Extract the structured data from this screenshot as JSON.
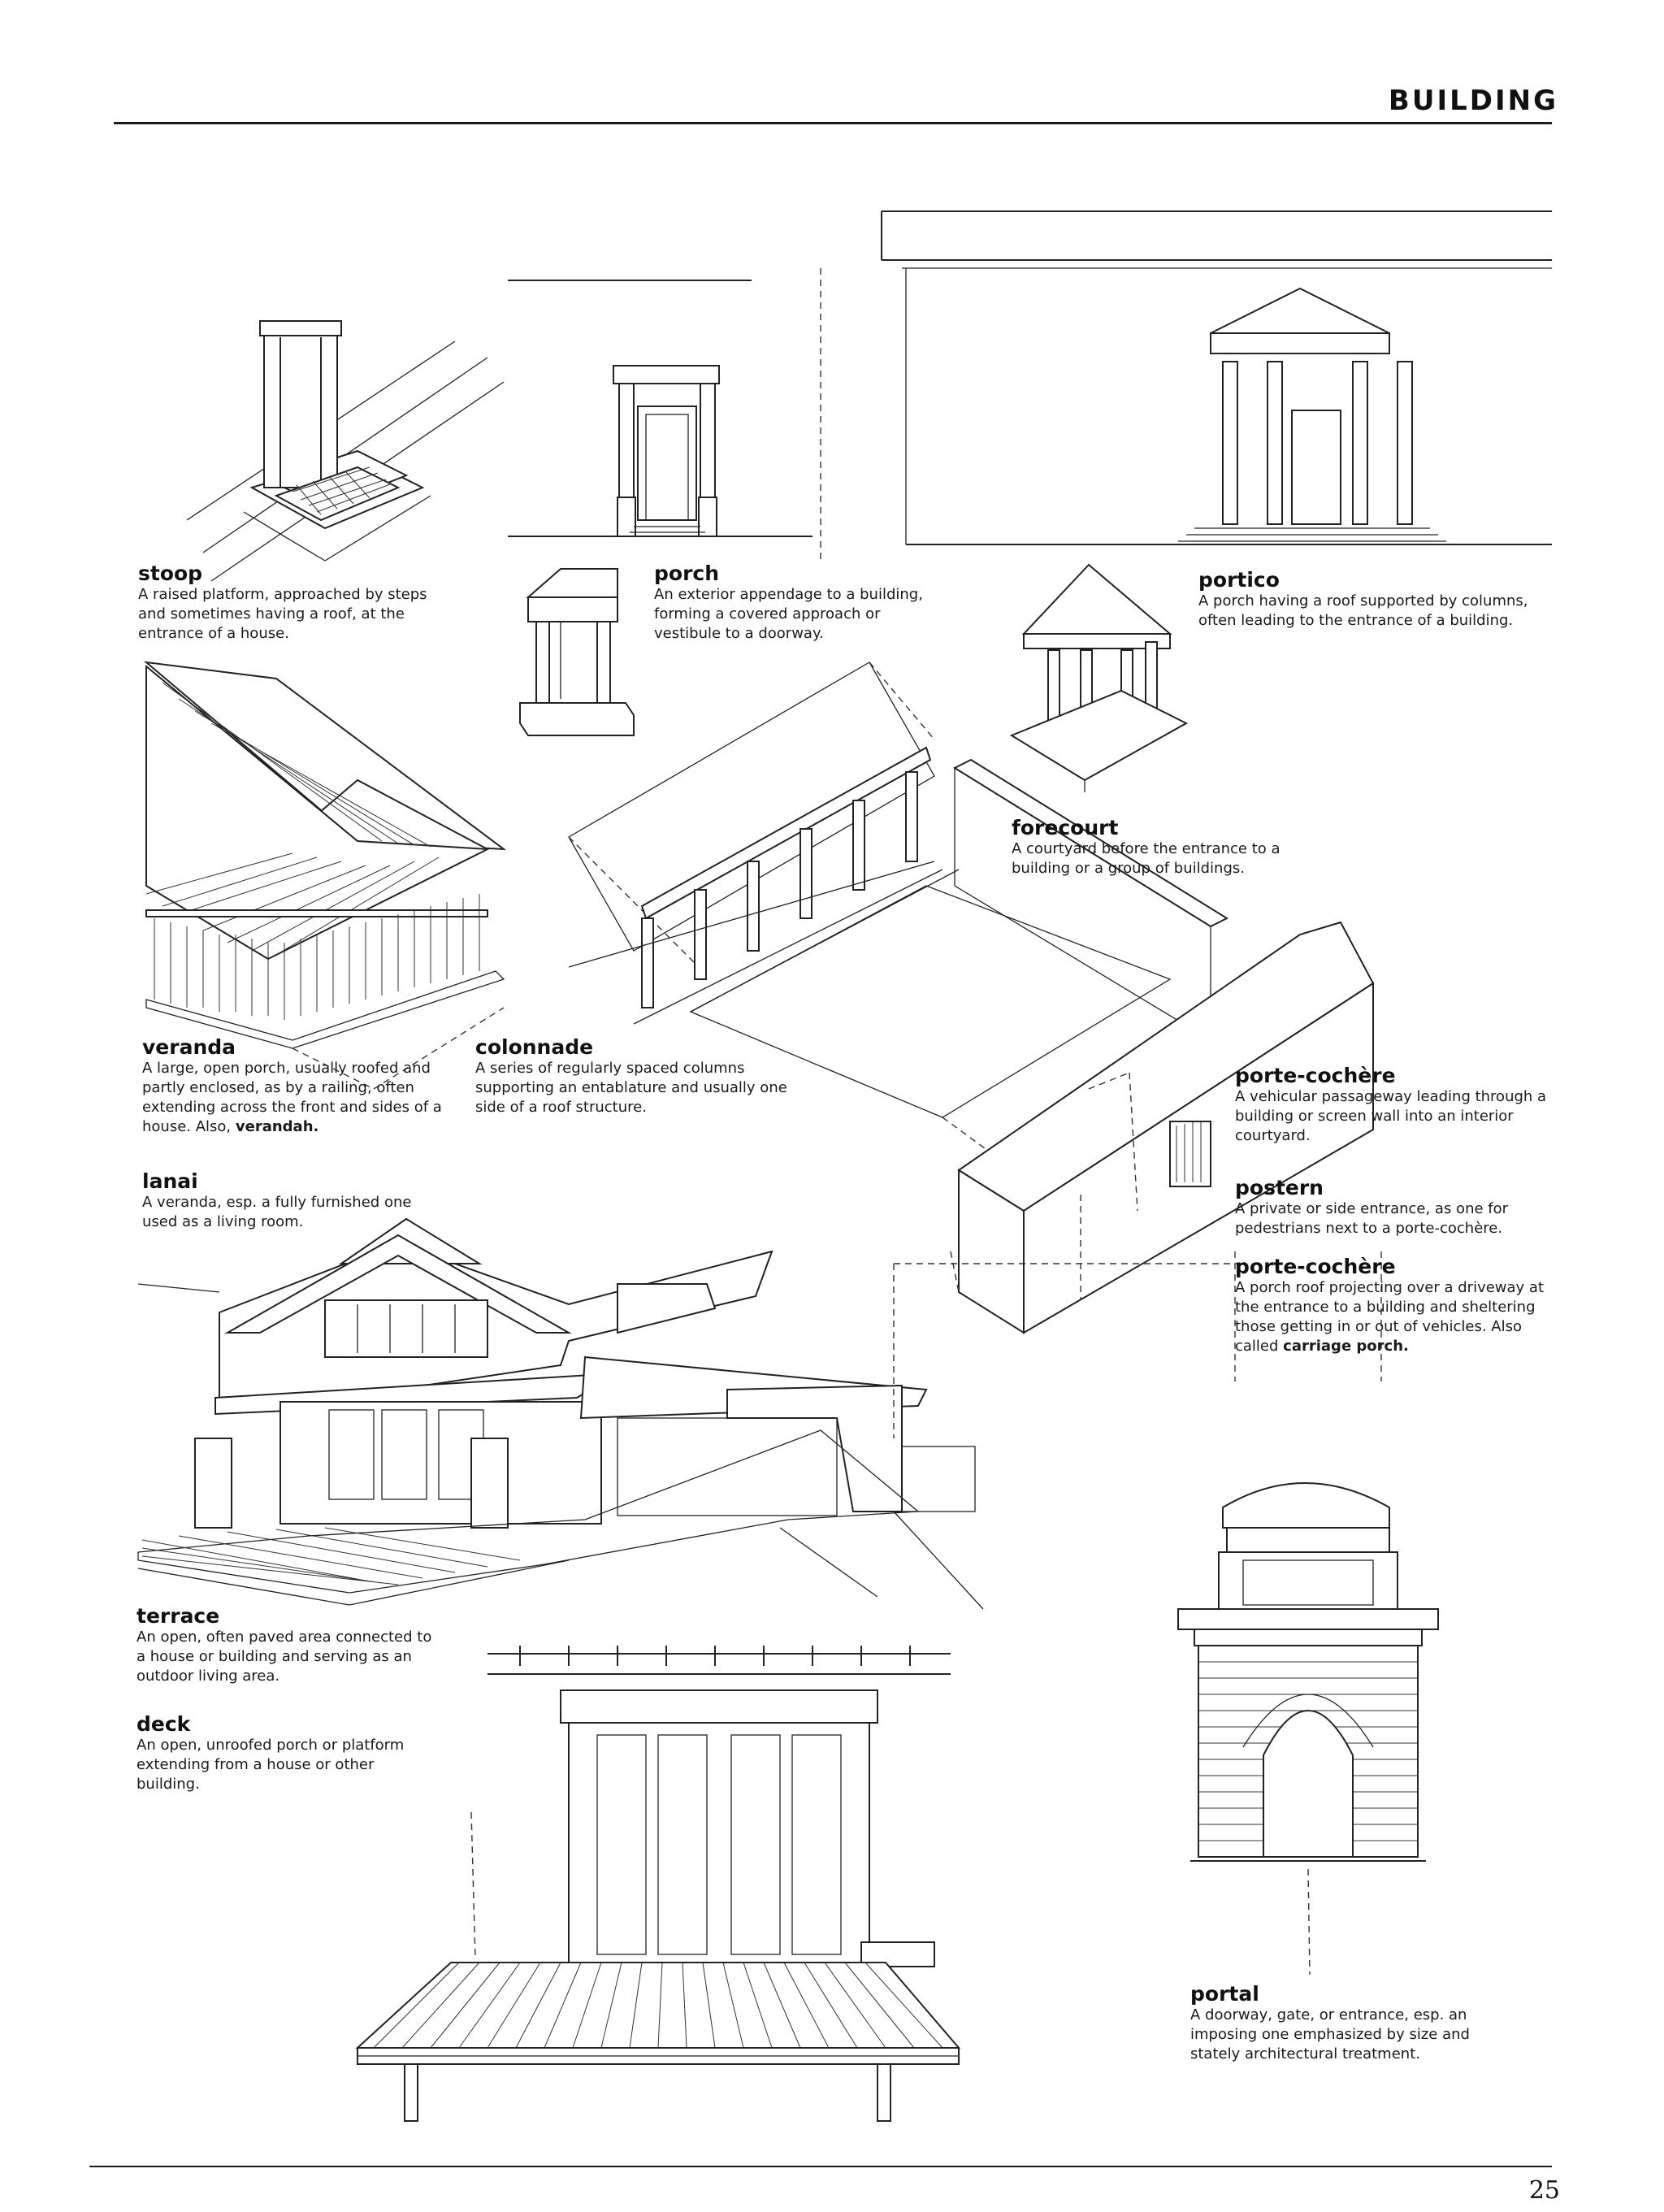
{
  "header": {
    "section_title": "BUILDING"
  },
  "footer": {
    "page_number": "25"
  },
  "entries": [
    {
      "id": "stoop",
      "term": "stoop",
      "definition": "A raised platform, approached by steps and sometimes having a roof, at the entrance of a house."
    },
    {
      "id": "porch",
      "term": "porch",
      "definition": "An exterior appendage to a building, forming a covered approach or vestibule to a doorway."
    },
    {
      "id": "portico",
      "term": "portico",
      "definition": "A porch having a roof supported by columns, often leading to the entrance of a building."
    },
    {
      "id": "forecourt",
      "term": "forecourt",
      "definition": "A courtyard before the entrance to a building or a group of buildings."
    },
    {
      "id": "veranda",
      "term": "veranda",
      "definition": "A large, open porch, usually roofed and partly enclosed, as by a railing, often extending across the front and sides of a house. Also,",
      "also_term": "verandah."
    },
    {
      "id": "colonnade",
      "term": "colonnade",
      "definition": "A series of regularly spaced columns supporting an entablature and usually one side of a roof structure."
    },
    {
      "id": "porte-cochere-1",
      "term": "porte-cochère",
      "definition": "A vehicular passageway leading through a building or screen wall into an interior courtyard."
    },
    {
      "id": "postern",
      "term": "postern",
      "definition": "A private or side entrance, as one for pedestrians next to a porte-cochère."
    },
    {
      "id": "lanai",
      "term": "lanai",
      "definition": "A veranda, esp. a fully furnished one used as a living room."
    },
    {
      "id": "porte-cochere-2",
      "term": "porte-cochère",
      "definition": "A porch roof projecting over a driveway at the entrance to a building and sheltering those getting in or out of vehicles. Also called",
      "also_term": "carriage porch."
    },
    {
      "id": "terrace",
      "term": "terrace",
      "definition": "An open, often paved area connected to a house or building and serving as an outdoor living area."
    },
    {
      "id": "deck",
      "term": "deck",
      "definition": "An open, unroofed porch or platform extending from a house or other building."
    },
    {
      "id": "portal",
      "term": "portal",
      "definition": "A doorway, gate, or entrance, esp. an imposing one emphasized by size and stately architectural treatment."
    }
  ]
}
